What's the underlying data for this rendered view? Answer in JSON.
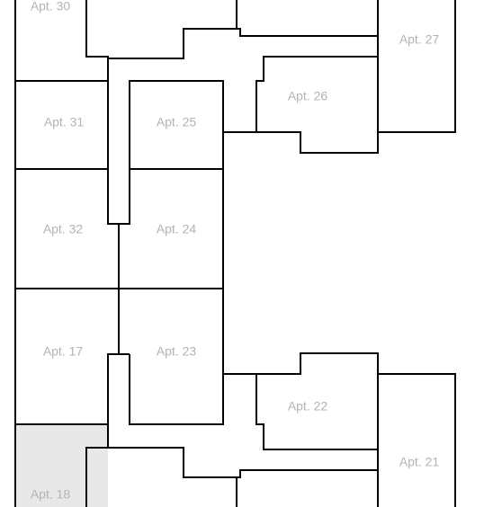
{
  "colors": {
    "wall": "#000000",
    "label": "#b3b3b3",
    "highlight_fill": "#e8e8e8",
    "background": "#ffffff"
  },
  "highlighted_unit": "Apt. 18",
  "apartments": {
    "apt30": "Apt. 30",
    "apt31": "Apt. 31",
    "apt32": "Apt. 32",
    "apt17": "Apt. 17",
    "apt18": "Apt. 18",
    "apt25": "Apt. 25",
    "apt24": "Apt. 24",
    "apt23": "Apt. 23",
    "apt26": "Apt. 26",
    "apt27": "Apt. 27",
    "apt22": "Apt. 22",
    "apt21": "Apt. 21"
  }
}
